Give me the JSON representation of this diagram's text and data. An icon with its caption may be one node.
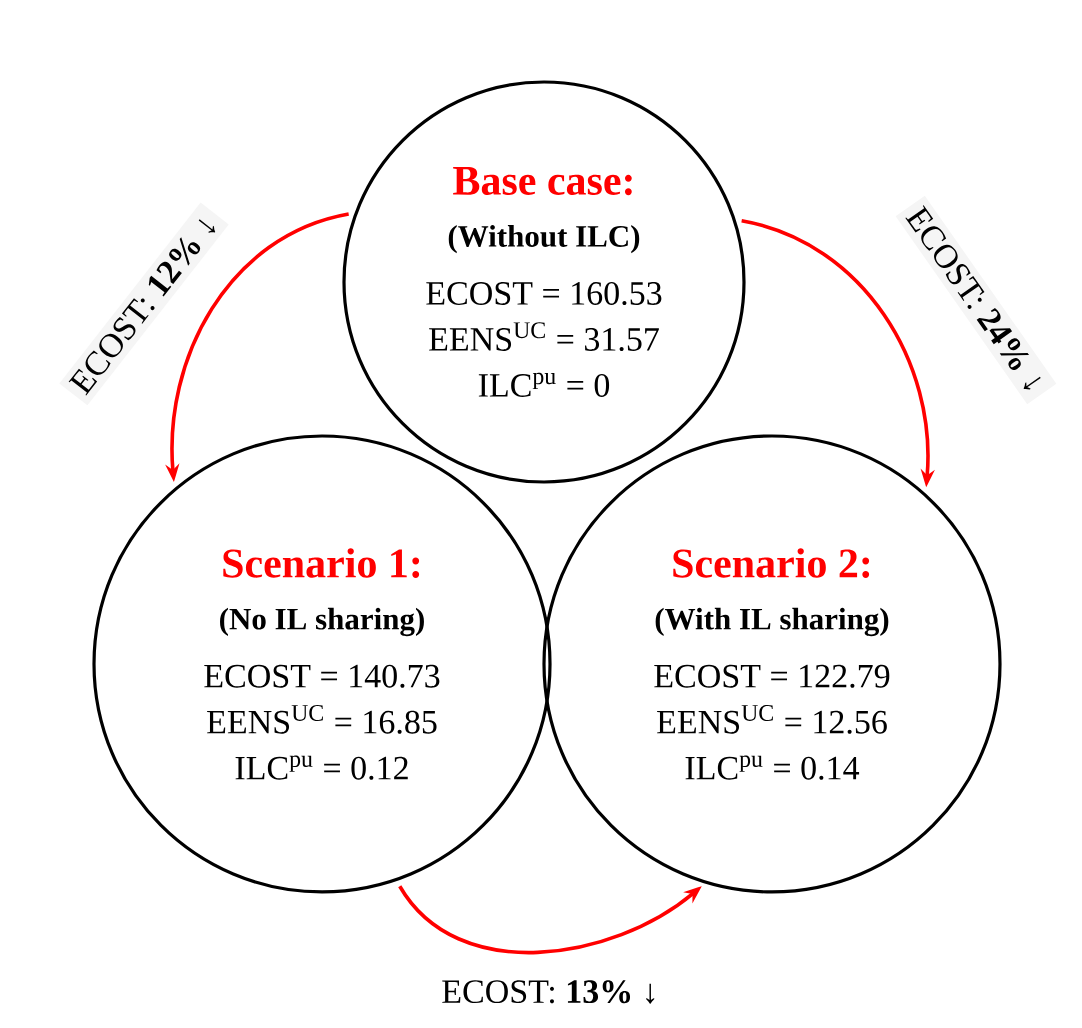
{
  "diagram": {
    "nodes": [
      {
        "text": [
          "Base case:",
          "(Without ILC)",
          "ECOST = 160.53",
          "EENS$^{UC}$ = 31.57",
          "ILC$^{pu}$ = 0"
        ]
      },
      {
        "text": [
          "Scenario 1:",
          "(No IL sharing)",
          "ECOST = 140.73",
          "EENS$^{UC}$ = 16.85",
          "ILC$^{pu}$ = 0.12"
        ]
      },
      {
        "text": [
          "Scenario 2:",
          "(With IL sharing)",
          "ECOST = 122.79",
          "EENS$^{UC}$ = 12.56",
          "ILC$^{pu}$ = 0.14"
        ]
      }
    ],
    "edges": [
      {
        "from": 0,
        "to": 1,
        "arrow": "to",
        "label": "ECOST: **12%** ↓"
      },
      {
        "from": 0,
        "to": 2,
        "arrow": "to",
        "label": "ECOST: **24%** ↓"
      },
      {
        "from": 1,
        "to": 2,
        "arrow": "to",
        "label": "ECOST: **13%** ↓"
      }
    ]
  }
}
